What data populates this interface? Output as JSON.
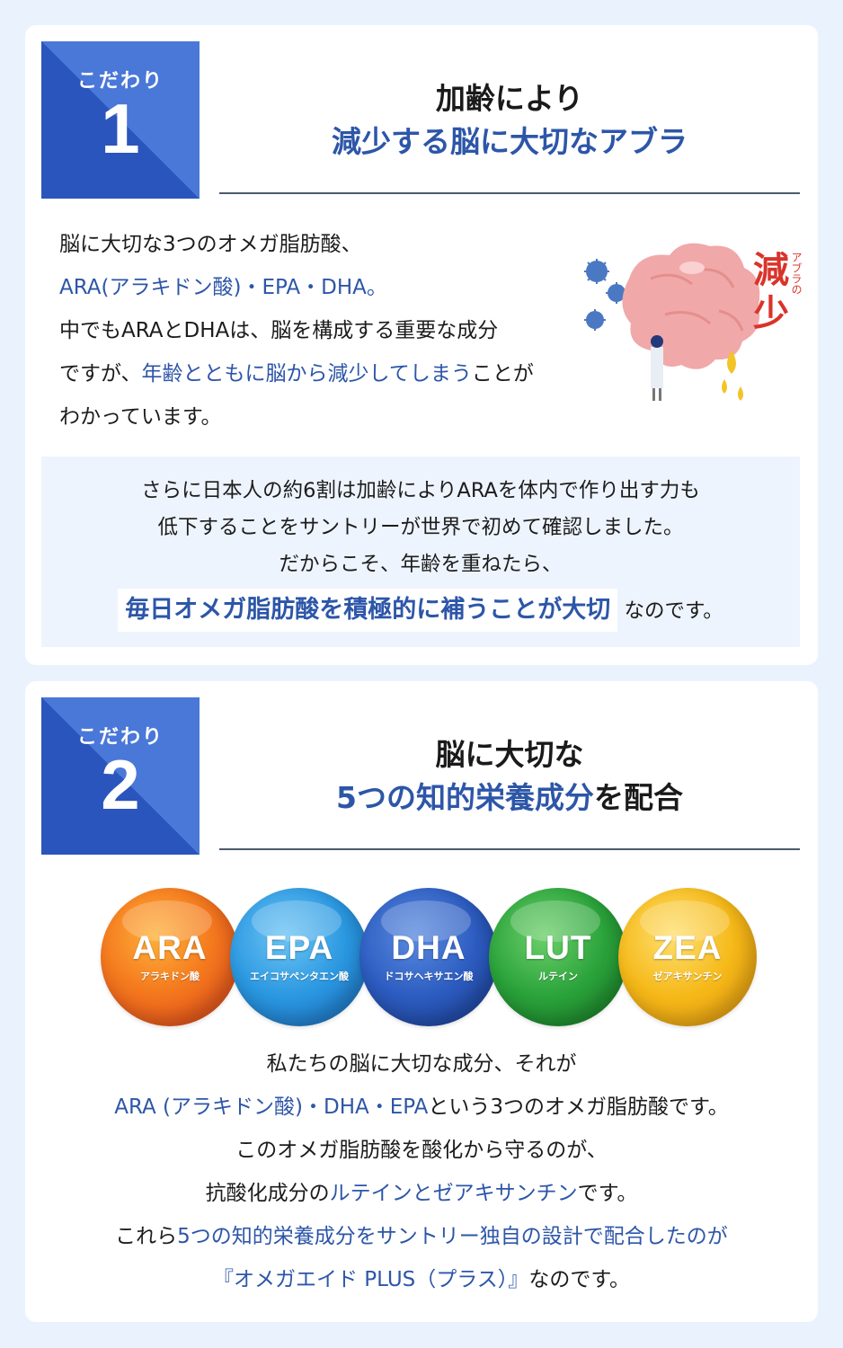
{
  "colors": {
    "page_bg": "#eaf3fd",
    "accent_blue": "#2d56a8",
    "badge_dark": "#2a55bd",
    "badge_light": "#4a78d8",
    "highlight_bg": "#eef4fd",
    "warning_red": "#d9342b"
  },
  "section1": {
    "badge": {
      "label": "こだわり",
      "number": "1"
    },
    "heading": {
      "line1": "加齢により",
      "line2": "減少する脳に大切なアブラ"
    },
    "body": {
      "line1": "脳に大切な3つのオメガ脂肪酸、",
      "line2": "ARA(アラキドン酸)・EPA・DHA。",
      "line3": "中でもARAとDHAは、脳を構成する重要な成分",
      "line4_prefix": "ですが、",
      "line4_blue": "年齢とともに脳から減少してしまう",
      "line4_suffix": "ことが",
      "line5": "わかっています。"
    },
    "illustration": {
      "icon": "brain-oil-decrease-icon",
      "caption_main": "減少",
      "caption_small": "アブラの"
    },
    "highlight": {
      "line1": "さらに日本人の約6割は加齢によりARAを体内で作り出す力も",
      "line2": "低下することをサントリーが世界で初めて確認しました。",
      "line3": "だからこそ、年齢を重ねたら、",
      "emphasis": "毎日オメガ脂肪酸を積極的に補うことが大切",
      "suffix": "なのです。"
    }
  },
  "section2": {
    "badge": {
      "label": "こだわり",
      "number": "2"
    },
    "heading": {
      "line1": "脳に大切な",
      "line2_blue": "5つの知的栄養成分",
      "line2_suffix": "を配合"
    },
    "capsules": [
      {
        "abbr": "ARA",
        "name": "アラキドン酸",
        "color": "#f06a1c"
      },
      {
        "abbr": "EPA",
        "name": "エイコサペンタエン酸",
        "color": "#2a97e0"
      },
      {
        "abbr": "DHA",
        "name": "ドコサヘキサエン酸",
        "color": "#2c5cc0"
      },
      {
        "abbr": "LUT",
        "name": "ルテイン",
        "color": "#2aa23a"
      },
      {
        "abbr": "ZEA",
        "name": "ゼアキサンチン",
        "color": "#f5b818"
      }
    ],
    "body": {
      "line1": "私たちの脳に大切な成分、それが",
      "line2_blue": "ARA (アラキドン酸)・DHA・EPA",
      "line2_suffix": "という3つのオメガ脂肪酸です。",
      "line3": "このオメガ脂肪酸を酸化から守るのが、",
      "line4_prefix": "抗酸化成分の",
      "line4_blue": "ルテインとゼアキサンチン",
      "line4_suffix": "です。",
      "line5_prefix": "これら",
      "line5_blue": "5つの知的栄養成分をサントリー独自の設計で配合したのが",
      "line6_blue": "『オメガエイド PLUS（プラス）』",
      "line6_suffix": "なのです。"
    }
  }
}
